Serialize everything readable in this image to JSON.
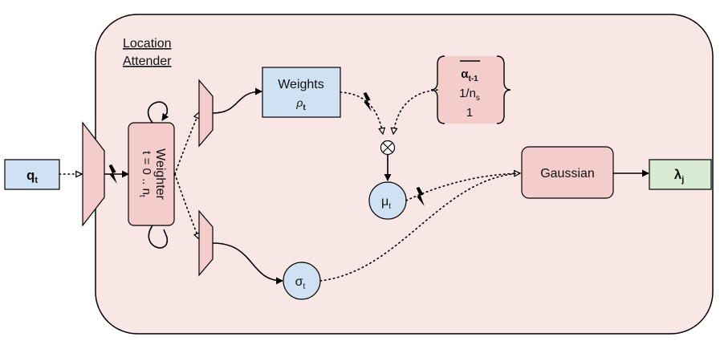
{
  "colors": {
    "container_fill": "#f9e7e6",
    "pink_fill": "#f4cccc",
    "blue_fill": "#cfe2f3",
    "green_fill": "#d9ead3",
    "stroke": "#000000"
  },
  "container": {
    "title_line1": "Location",
    "title_line2": "Attender"
  },
  "nodes": {
    "q": {
      "main": "q",
      "sub": "t"
    },
    "weighter": {
      "line1": "Weighter",
      "line2_main": "t = 0 .. n",
      "line2_sub": "t"
    },
    "weights": {
      "line1": "Weights",
      "main": "ρ",
      "sub": "t"
    },
    "alpha": {
      "main": "α",
      "sub": "t-1",
      "ns_main": "1/n",
      "ns_sub": "s",
      "one": "1"
    },
    "mu": {
      "main": "μ",
      "sub": "t"
    },
    "sigma": {
      "main": "σ",
      "sub": "t"
    },
    "gaussian": {
      "label": "Gaussian"
    },
    "lambda": {
      "main": "λ",
      "sub": "j"
    }
  },
  "icons": [
    "lightning-icon",
    "multiply-icon",
    "open-arrowhead-icon",
    "filled-arrowhead-icon",
    "curly-brace-icon"
  ]
}
